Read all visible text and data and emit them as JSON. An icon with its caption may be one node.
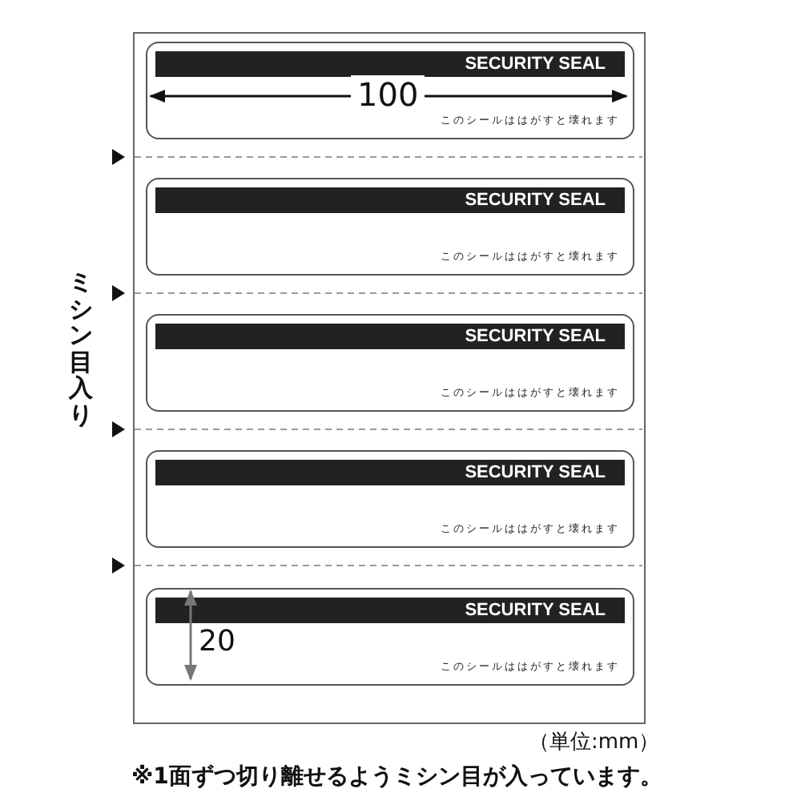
{
  "diagram": {
    "caption": "※1面ずつ切り離せるようミシン目が入っています。",
    "nodes": [
      {
        "text": [],
        "shape": "box"
      },
      {
        "text": [
          "SECURITY SEAL",
          "このシールははがすと壊れます"
        ],
        "in": 0
      },
      {
        "text": [
          "SECURITY SEAL",
          "このシールははがすと壊れます"
        ],
        "in": 0
      },
      {
        "text": [
          "SECURITY SEAL",
          "このシールははがすと壊れます"
        ],
        "in": 0
      },
      {
        "text": [
          "SECURITY SEAL",
          "このシールははがすと壊れます"
        ],
        "in": 0
      },
      {
        "text": [
          "SECURITY SEAL",
          "このシールははがすと壊れます"
        ],
        "in": 0
      }
    ],
    "labels": [
      "100",
      "ミシン目入り",
      "20",
      "（単位:mm）"
    ]
  }
}
